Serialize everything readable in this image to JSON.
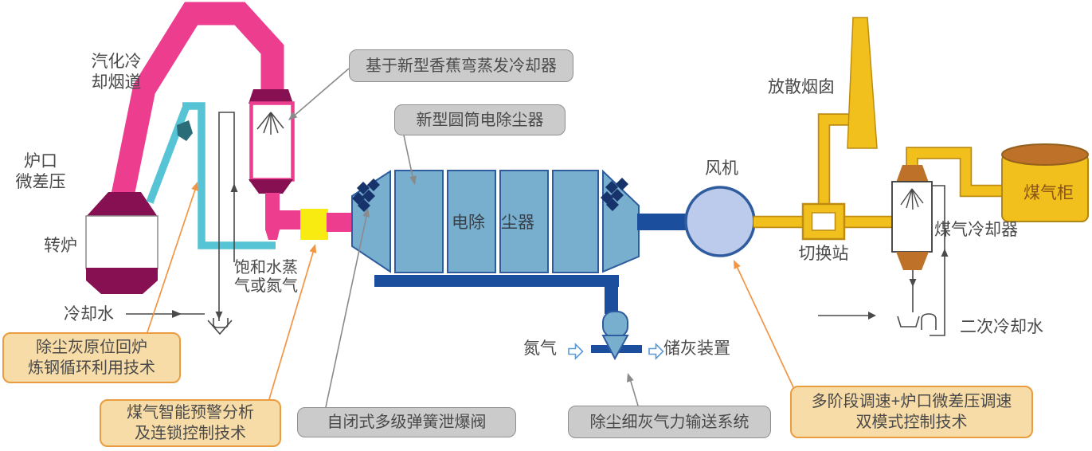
{
  "labels": {
    "flue": [
      "汽化冷",
      "却烟道"
    ],
    "furnace_pressure": [
      "炉口",
      "微差压"
    ],
    "converter": "转炉",
    "cooling_water": "冷却水",
    "saturated_steam": [
      "饱和水蒸",
      "气或氮气"
    ],
    "esp_text": [
      "电除",
      "尘器"
    ],
    "nitrogen": "氮气",
    "ash_storage": "储灰装置",
    "fan": "风机",
    "switch_station": "切换站",
    "vent_stack": "放散烟囱",
    "gas_holder": "煤气柜",
    "gas_cooler": "煤气冷却器",
    "secondary_cooling_water": "二次冷却水"
  },
  "callouts": {
    "banana_cooler": "基于新型香蕉弯蒸发冷却器",
    "cylindrical_esp": "新型圆筒电除尘器",
    "relief_valve": "自闭式多级弹簧泄爆阀",
    "pneumatic_conveying": "除尘细灰气力输送系统",
    "dust_recycle": [
      "除尘灰原位回炉",
      "炼钢循环利用技术"
    ],
    "gas_warning": [
      "煤气智能预警分析",
      "及连锁控制技术"
    ],
    "speed_control": [
      "多阶段调速+炉口微差压调速",
      "双模式控制技术"
    ]
  },
  "icons": {
    "spray_nozzle": "fan-of-lines",
    "flow_arrow": "⇨",
    "leader_arrow": "➤"
  },
  "colors": {
    "pink_duct": "#ec3d8f",
    "dark_magenta": "#871052",
    "cyan_pipe": "#56c4d5",
    "teal_valve": "#2a6c78",
    "yellow_valve": "#f8eb12",
    "esp_blue": "#79afce",
    "esp_stroke": "#2e5c9e",
    "dark_blue_pipe": "#1b4f9e",
    "navy_diamond": "#16346b",
    "fan_fill": "#bccaeb",
    "gold_pipe": "#f2c01d",
    "gold_outline": "#bd8c10",
    "brown": "#be7229",
    "gray_box": "#cbcbcb",
    "tan_box": "#f8dca7",
    "tan_border": "#ea9d40",
    "leader_gray": "#8a8a8a",
    "leader_orange": "#f29545",
    "text": "#4a4a4a"
  }
}
